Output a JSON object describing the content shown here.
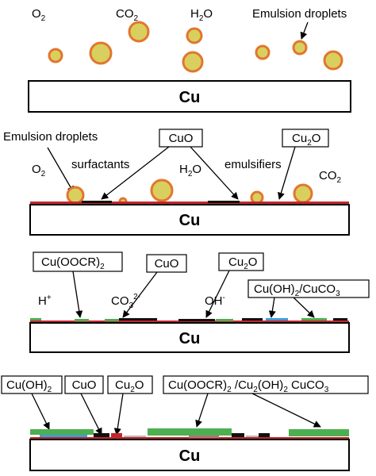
{
  "panel1": {
    "gas_o2": "O",
    "gas_o2_sub": "2",
    "gas_co2": "CO",
    "gas_co2_sub": "2",
    "gas_h2o_pre": "H",
    "gas_h2o_sub": "2",
    "gas_h2o_post": "O",
    "droplet_label": "Emulsion droplets",
    "substrate": "Cu"
  },
  "panel2": {
    "droplet_label": "Emulsion droplets",
    "box_cuo": "CuO",
    "box_cu2o_pre": "Cu",
    "box_cu2o_sub": "2",
    "box_cu2o_post": "O",
    "gas_o2": "O",
    "gas_o2_sub": "2",
    "surfactants": "surfactants",
    "gas_h2o_pre": "H",
    "gas_h2o_sub": "2",
    "gas_h2o_post": "O",
    "emulsifiers": "emulsifiers",
    "gas_co2": "CO",
    "gas_co2_sub": "2",
    "substrate": "Cu"
  },
  "panel3": {
    "box_cuoocr_pre": "Cu(OOCR)",
    "box_cuoocr_sub": "2",
    "box_cuo": "CuO",
    "box_cu2o_pre": "Cu",
    "box_cu2o_sub": "2",
    "box_cu2o_post": "O",
    "box_cuoh_pre": "Cu(OH)",
    "box_cuoh_sub": "2",
    "box_cuoh_mid": "/CuCO",
    "box_cuoh_sub2": "3",
    "ion_h": "H",
    "ion_h_sup": "+",
    "ion_co3": "CO",
    "ion_co3_sub": "3",
    "ion_co3_sup": "2-",
    "ion_oh": "OH",
    "ion_oh_sup": "-",
    "substrate": "Cu"
  },
  "panel4": {
    "box_cuoh_pre": "Cu(OH)",
    "box_cuoh_sub": "2",
    "box_cuo": "CuO",
    "box_cu2o_pre": "Cu",
    "box_cu2o_sub": "2",
    "box_cu2o_post": "O",
    "box_mix_a": "Cu(OOCR)",
    "box_mix_a_sub": "2",
    "box_mix_b": " /Cu",
    "box_mix_b_sub": "2",
    "box_mix_c": "(OH)",
    "box_mix_c_sub": "2",
    "box_mix_d": " CuCO",
    "box_mix_d_sub": "3",
    "substrate": "Cu"
  },
  "colors": {
    "droplet_fill": "#d8cf5f",
    "droplet_ring": "#e2762e",
    "oxide_red": "#c1272d",
    "carboxylate_green": "#4caf50",
    "cuo_black": "#111111",
    "hydroxide_blue": "#3aa0d8",
    "grey": "#b9b9b9",
    "mauve": "#b0737a"
  }
}
